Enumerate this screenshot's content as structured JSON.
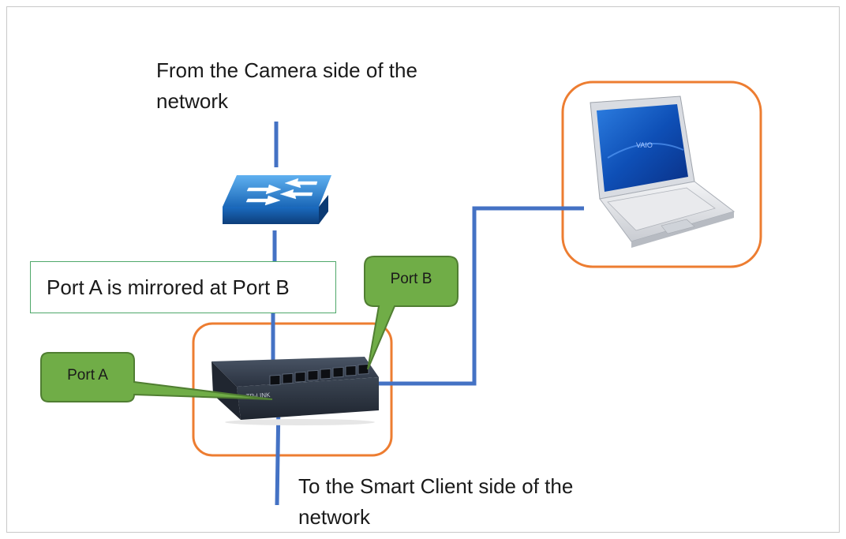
{
  "captions": {
    "top": "From the Camera side of the network",
    "bottom": "To the Smart Client side of the network"
  },
  "mirror_note": "Port A is mirrored at Port B",
  "callouts": {
    "port_a": "Port A",
    "port_b": "Port B"
  },
  "switch_brand": "TP-LINK",
  "laptop_brand": "VAIO",
  "colors": {
    "cable": "#4472c4",
    "highlight_border": "#ed7d31",
    "callout_fill": "#70ad47",
    "callout_border": "#507e32",
    "note_border": "#4fa86a"
  }
}
